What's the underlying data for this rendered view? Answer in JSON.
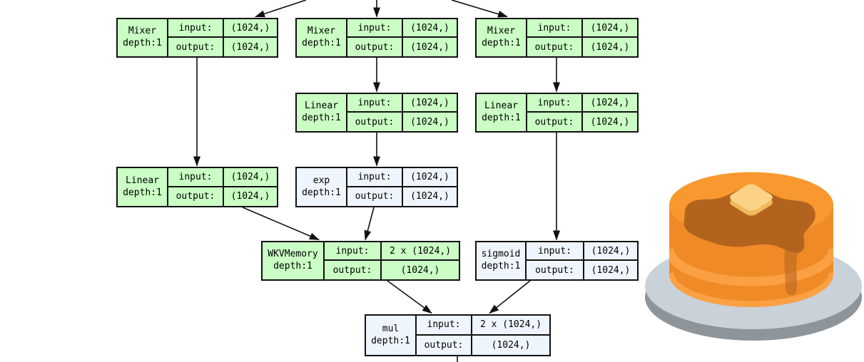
{
  "diagram": {
    "type": "computational-graph",
    "colors": {
      "module_fill": "#cafec4",
      "function_fill": "#eff5fc",
      "border": "#111111",
      "edge": "#000000"
    },
    "nodes": [
      {
        "id": "mixer-left",
        "kind": "module",
        "name": "Mixer",
        "depth": "depth:1",
        "rows": [
          {
            "label": "input:",
            "value": "(1024,)"
          },
          {
            "label": "output:",
            "value": "(1024,)"
          }
        ]
      },
      {
        "id": "mixer-center",
        "kind": "module",
        "name": "Mixer",
        "depth": "depth:1",
        "rows": [
          {
            "label": "input:",
            "value": "(1024,)"
          },
          {
            "label": "output:",
            "value": "(1024,)"
          }
        ]
      },
      {
        "id": "mixer-right",
        "kind": "module",
        "name": "Mixer",
        "depth": "depth:1",
        "rows": [
          {
            "label": "input:",
            "value": "(1024,)"
          },
          {
            "label": "output:",
            "value": "(1024,)"
          }
        ]
      },
      {
        "id": "linear-center",
        "kind": "module",
        "name": "Linear",
        "depth": "depth:1",
        "rows": [
          {
            "label": "input:",
            "value": "(1024,)"
          },
          {
            "label": "output:",
            "value": "(1024,)"
          }
        ]
      },
      {
        "id": "linear-right",
        "kind": "module",
        "name": "Linear",
        "depth": "depth:1",
        "rows": [
          {
            "label": "input:",
            "value": "(1024,)"
          },
          {
            "label": "output:",
            "value": "(1024,)"
          }
        ]
      },
      {
        "id": "linear-left",
        "kind": "module",
        "name": "Linear",
        "depth": "depth:1",
        "rows": [
          {
            "label": "input:",
            "value": "(1024,)"
          },
          {
            "label": "output:",
            "value": "(1024,)"
          }
        ]
      },
      {
        "id": "exp",
        "kind": "function",
        "name": "exp",
        "depth": "depth:1",
        "rows": [
          {
            "label": "input:",
            "value": "(1024,)"
          },
          {
            "label": "output:",
            "value": "(1024,)"
          }
        ]
      },
      {
        "id": "wkvmemory",
        "kind": "module",
        "name": "WKVMemory",
        "depth": "depth:1",
        "rows": [
          {
            "label": "input:",
            "value": "2 x (1024,)"
          },
          {
            "label": "output:",
            "value": "(1024,)"
          }
        ]
      },
      {
        "id": "sigmoid",
        "kind": "function",
        "name": "sigmoid",
        "depth": "depth:1",
        "rows": [
          {
            "label": "input:",
            "value": "(1024,)"
          },
          {
            "label": "output:",
            "value": "(1024,)"
          }
        ]
      },
      {
        "id": "mul",
        "kind": "function",
        "name": "mul",
        "depth": "depth:1",
        "rows": [
          {
            "label": "input:",
            "value": "2 x (1024,)"
          },
          {
            "label": "output:",
            "value": "(1024,)"
          }
        ]
      }
    ],
    "edges": [
      {
        "from": "above-offscreen",
        "to": "mixer-left"
      },
      {
        "from": "above-offscreen",
        "to": "mixer-center"
      },
      {
        "from": "above-offscreen",
        "to": "mixer-right"
      },
      {
        "from": "mixer-left",
        "to": "linear-left"
      },
      {
        "from": "mixer-center",
        "to": "linear-center"
      },
      {
        "from": "mixer-right",
        "to": "linear-right"
      },
      {
        "from": "linear-center",
        "to": "exp"
      },
      {
        "from": "linear-left",
        "to": "wkvmemory"
      },
      {
        "from": "exp",
        "to": "wkvmemory"
      },
      {
        "from": "linear-right",
        "to": "sigmoid"
      },
      {
        "from": "wkvmemory",
        "to": "mul"
      },
      {
        "from": "sigmoid",
        "to": "mul"
      },
      {
        "from": "mul",
        "to": "below-offscreen"
      }
    ]
  },
  "illustration": {
    "name": "pancakes-with-butter-and-syrup-on-plate",
    "colors": {
      "plate_top": "#c9d2d9",
      "plate_rim": "#8d959b",
      "pancake_side": "#f08a26",
      "pancake_top": "#f8982f",
      "pancake_stripe": "#fba144",
      "syrup": "#b2641f",
      "butter_top": "#fbd286",
      "butter_side": "#f2b95c"
    }
  }
}
